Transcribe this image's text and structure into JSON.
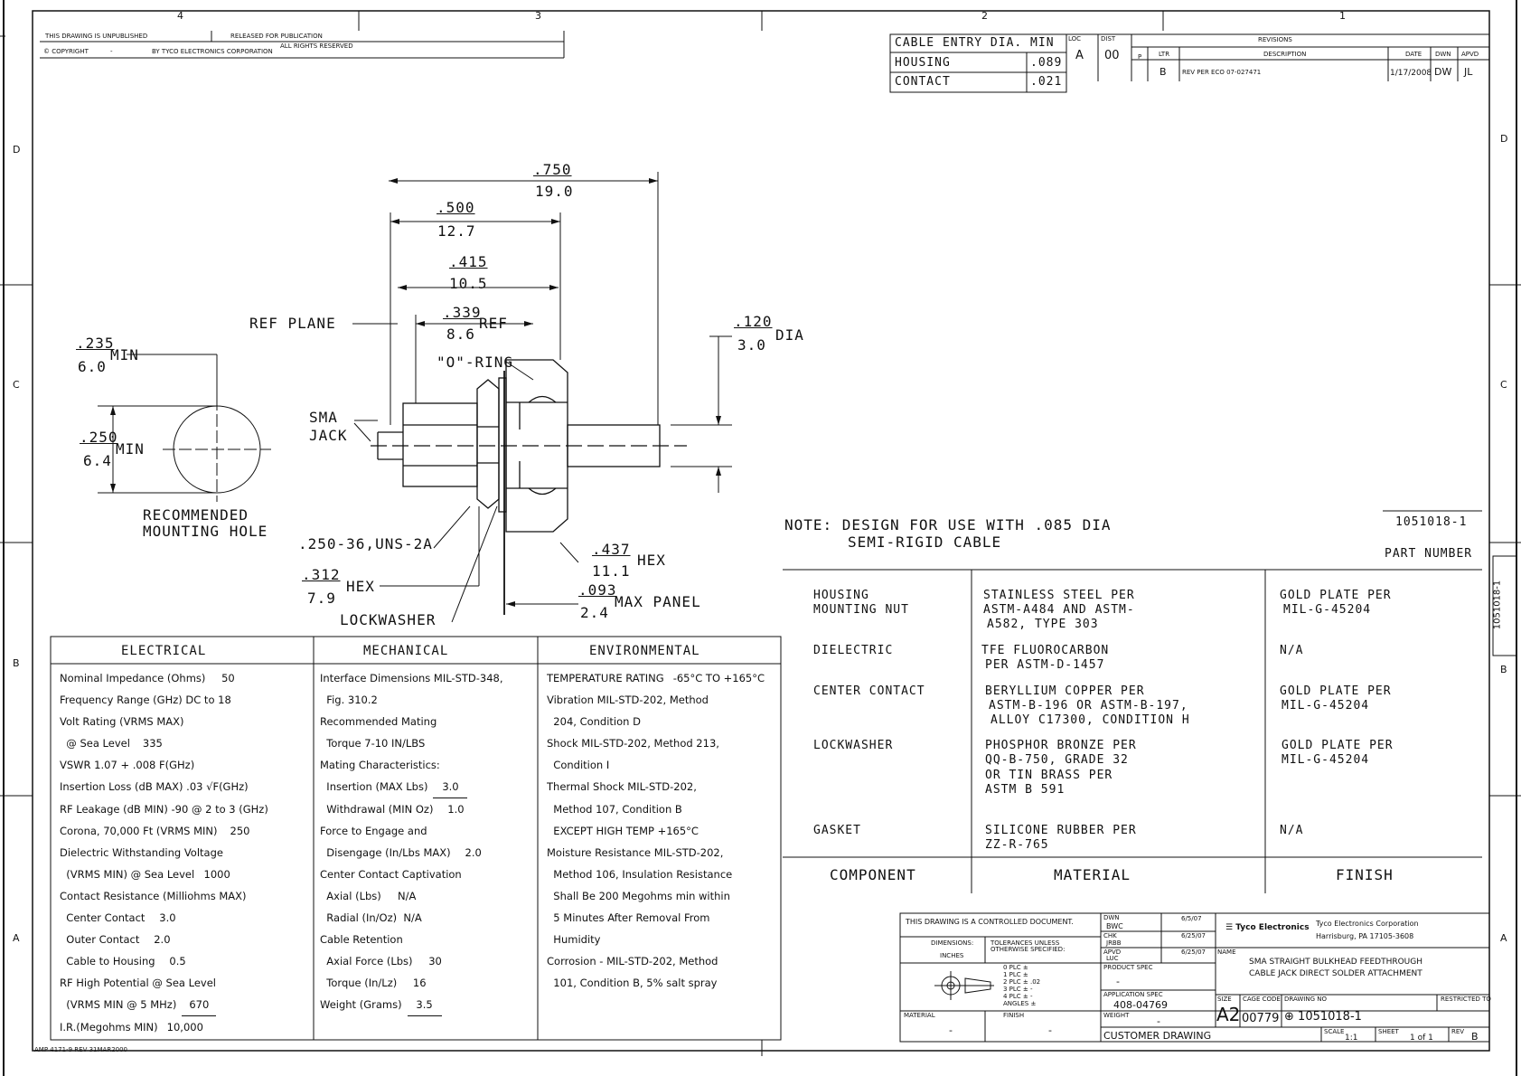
{
  "border": {
    "top_zones": [
      "4",
      "3",
      "2",
      "1"
    ],
    "left_zones": [
      "D",
      "C",
      "B",
      "A"
    ],
    "right_zones": [
      "D",
      "C",
      "B",
      "A"
    ],
    "side_part_number": "1051018-1"
  },
  "header_left": {
    "unpublished": "THIS DRAWING IS UNPUBLISHED",
    "released": "RELEASED FOR PUBLICATION",
    "copyright": "© COPYRIGHT",
    "dash": "-",
    "company": "BY TYCO ELECTRONICS CORPORATION",
    "rights": "ALL RIGHTS RESERVED"
  },
  "cable_entry": {
    "title": "CABLE ENTRY DIA. MIN",
    "rows": [
      {
        "label": "HOUSING",
        "value": ".089"
      },
      {
        "label": "CONTACT",
        "value": ".021"
      }
    ]
  },
  "revisions": {
    "title": "REVISIONS",
    "loc_label": "LOC",
    "loc": "A",
    "dist_label": "DIST",
    "dist": "00",
    "p_label": "P",
    "ltr_label": "LTR",
    "ltr": "B",
    "desc_label": "DESCRIPTION",
    "desc": "REV PER ECO 07-027471",
    "date_label": "DATE",
    "date": "1/17/2008",
    "dwn_label": "DWN",
    "dwn": "DW",
    "apvd_label": "APVD",
    "apvd": "JL"
  },
  "dimensions": {
    "d750": ".750",
    "d750m": "19.0",
    "d500": ".500",
    "d500m": "12.7",
    "d415": ".415",
    "d415m": "10.5",
    "d339": ".339",
    "d339m": "8.6",
    "ref": "REF",
    "ref_plane": "REF PLANE",
    "d120": ".120",
    "d120m": "3.0",
    "dia": "DIA",
    "d235": ".235",
    "d235m": "6.0",
    "min": "MIN",
    "d250": ".250",
    "d250m": "6.4",
    "oring": "\"O\"-RING",
    "sma1": "SMA",
    "sma2": "JACK",
    "thread": ".250-36,UNS-2A",
    "d437": ".437",
    "d437m": "11.1",
    "hex": "HEX",
    "d312": ".312",
    "d312m": "7.9",
    "d093": ".093",
    "d093m": "2.4",
    "max_panel": "MAX PANEL",
    "lockwasher": "LOCKWASHER",
    "hole1": "RECOMMENDED",
    "hole2": "MOUNTING HOLE"
  },
  "note": {
    "line1": "NOTE: DESIGN FOR USE WITH .085 DIA",
    "line2": "SEMI-RIGID CABLE"
  },
  "part_number": {
    "value": "1051018-1",
    "label": "PART NUMBER"
  },
  "material_table": {
    "rows": [
      {
        "component": [
          "HOUSING",
          "MOUNTING NUT"
        ],
        "material": [
          "STAINLESS STEEL PER",
          "ASTM-A484 AND ASTM-",
          "A582, TYPE 303"
        ],
        "finish": [
          "GOLD PLATE PER",
          "MIL-G-45204"
        ]
      },
      {
        "component": [
          "DIELECTRIC"
        ],
        "material": [
          "TFE FLUOROCARBON",
          "PER ASTM-D-1457"
        ],
        "finish": [
          "N/A"
        ]
      },
      {
        "component": [
          "CENTER CONTACT"
        ],
        "material": [
          "BERYLLIUM COPPER PER",
          "ASTM-B-196 OR ASTM-B-197,",
          "ALLOY C17300, CONDITION H"
        ],
        "finish": [
          "GOLD PLATE PER",
          "MIL-G-45204"
        ]
      },
      {
        "component": [
          "LOCKWASHER"
        ],
        "material": [
          "PHOSPHOR BRONZE PER",
          "QQ-B-750, GRADE 32",
          "OR TIN BRASS PER",
          "ASTM B 591"
        ],
        "finish": [
          "GOLD PLATE PER",
          "MIL-G-45204"
        ]
      },
      {
        "component": [
          "GASKET"
        ],
        "material": [
          "SILICONE RUBBER PER",
          "ZZ-R-765"
        ],
        "finish": [
          "N/A"
        ]
      }
    ],
    "headers": [
      "COMPONENT",
      "MATERIAL",
      "FINISH"
    ]
  },
  "specs": {
    "electrical": {
      "title": "ELECTRICAL",
      "lines": [
        {
          "text": "Nominal Impedance (Ohms)",
          "val": "50"
        },
        {
          "text": "Frequency Range (GHz) DC to 18",
          "val": ""
        },
        {
          "text": "Volt Rating (VRMS MAX)",
          "val": ""
        },
        {
          "text": "  @ Sea Level",
          "val": "335"
        },
        {
          "text": "VSWR 1.07 + .008 F(GHz)",
          "val": ""
        },
        {
          "text": "Insertion Loss (dB MAX) .03 √F(GHz)",
          "val": ""
        },
        {
          "text": "RF Leakage (dB MIN) -90 @ 2 to 3 (GHz)",
          "val": ""
        },
        {
          "text": "Corona, 70,000 Ft (VRMS MIN)",
          "val": "250"
        },
        {
          "text": "Dielectric Withstanding Voltage",
          "val": ""
        },
        {
          "text": "  (VRMS MIN) @ Sea Level",
          "val": "1000"
        },
        {
          "text": "Contact Resistance (Milliohms MAX)",
          "val": ""
        },
        {
          "text": "  Center Contact",
          "val": "3.0"
        },
        {
          "text": "  Outer Contact",
          "val": "2.0"
        },
        {
          "text": "  Cable to Housing",
          "val": "0.5"
        },
        {
          "text": "RF High Potential @ Sea Level",
          "val": ""
        },
        {
          "text": "  (VRMS MIN @ 5 MHz)",
          "val": "670"
        },
        {
          "text": "I.R.(Megohms MIN)",
          "val": "10,000"
        }
      ]
    },
    "mechanical": {
      "title": "MECHANICAL",
      "lines": [
        {
          "text": "Interface Dimensions MIL-STD-348,",
          "val": ""
        },
        {
          "text": "  Fig. 310.2",
          "val": ""
        },
        {
          "text": "Recommended Mating",
          "val": ""
        },
        {
          "text": "  Torque 7-10 IN/LBS",
          "val": ""
        },
        {
          "text": "Mating Characteristics:",
          "val": ""
        },
        {
          "text": "  Insertion (MAX Lbs)",
          "val": "3.0"
        },
        {
          "text": "  Withdrawal (MIN Oz)",
          "val": "1.0"
        },
        {
          "text": "Force to Engage and",
          "val": ""
        },
        {
          "text": "  Disengage (In/Lbs MAX)",
          "val": "2.0"
        },
        {
          "text": "Center Contact Captivation",
          "val": ""
        },
        {
          "text": "  Axial (Lbs)     N/A",
          "val": ""
        },
        {
          "text": "  Radial (In/Oz)  N/A",
          "val": ""
        },
        {
          "text": "Cable Retention",
          "val": ""
        },
        {
          "text": "  Axial Force (Lbs)",
          "val": "30"
        },
        {
          "text": "  Torque (In/Lz)",
          "val": "16"
        },
        {
          "text": "Weight (Grams)",
          "val": "3.5"
        }
      ]
    },
    "environmental": {
      "title": "ENVIRONMENTAL",
      "lines": [
        {
          "text": "TEMPERATURE RATING",
          "val": "-65°C TO +165°C"
        },
        {
          "text": "Vibration MIL-STD-202, Method",
          "val": ""
        },
        {
          "text": "  204, Condition D",
          "val": ""
        },
        {
          "text": "Shock MIL-STD-202, Method 213,",
          "val": ""
        },
        {
          "text": "  Condition I",
          "val": ""
        },
        {
          "text": "Thermal Shock MIL-STD-202,",
          "val": ""
        },
        {
          "text": "  Method 107, Condition B",
          "val": ""
        },
        {
          "text": "  EXCEPT HIGH TEMP +165°C",
          "val": ""
        },
        {
          "text": "Moisture Resistance MIL-STD-202,",
          "val": ""
        },
        {
          "text": "  Method 106, Insulation Resistance",
          "val": ""
        },
        {
          "text": "  Shall Be 200 Megohms min within",
          "val": ""
        },
        {
          "text": "  5 Minutes After Removal From",
          "val": ""
        },
        {
          "text": "  Humidity",
          "val": ""
        },
        {
          "text": "Corrosion - MIL-STD-202, Method",
          "val": ""
        },
        {
          "text": "  101, Condition B, 5% salt spray",
          "val": ""
        }
      ]
    }
  },
  "title_block": {
    "controlled": "THIS DRAWING IS A CONTROLLED DOCUMENT.",
    "dimensions_label": "DIMENSIONS:",
    "dimensions_unit": "INCHES",
    "tolerances": "TOLERANCES UNLESS OTHERWISE SPECIFIED:",
    "tol_rows": [
      "0 PLC ±",
      "1 PLC ±",
      "2 PLC ± .02",
      "3 PLC ± -",
      "4 PLC ± -",
      "ANGLES ±"
    ],
    "material_label": "MATERIAL",
    "material_val": "-",
    "finish_label": "FINISH",
    "finish_val": "-",
    "dwn_label": "DWN",
    "dwn": "BWC",
    "dwn_date": "6/5/07",
    "chk_label": "CHK",
    "chk": "JRBB",
    "chk_date": "6/25/07",
    "appvd_label": "APVD",
    "appvd": "LUC",
    "appvd_date": "6/25/07",
    "product_spec_label": "PRODUCT SPEC",
    "product_spec": "-",
    "app_spec_label": "APPLICATION SPEC",
    "app_spec": "408-04769",
    "weight_label": "WEIGHT",
    "weight": "-",
    "company_logo": "Tyco Electronics",
    "company": "Tyco Electronics Corporation",
    "location": "Harrisburg, PA 17105-3608",
    "name_label": "NAME",
    "name1": "SMA STRAIGHT BULKHEAD FEEDTHROUGH",
    "name2": "CABLE JACK DIRECT SOLDER ATTACHMENT",
    "size_label": "SIZE",
    "size": "A2",
    "cage_label": "CAGE CODE",
    "cage": "00779",
    "dwg_label": "DRAWING NO",
    "dwg": "1051018-1",
    "restricted": "RESTRICTED TO",
    "customer": "CUSTOMER DRAWING",
    "scale_label": "SCALE",
    "scale": "1:1",
    "sheet_label": "SHEET",
    "sheet": "1 of 1",
    "rev_label": "REV",
    "rev": "B"
  },
  "footer": "AMP 4171-9 REV 31MAR2000"
}
